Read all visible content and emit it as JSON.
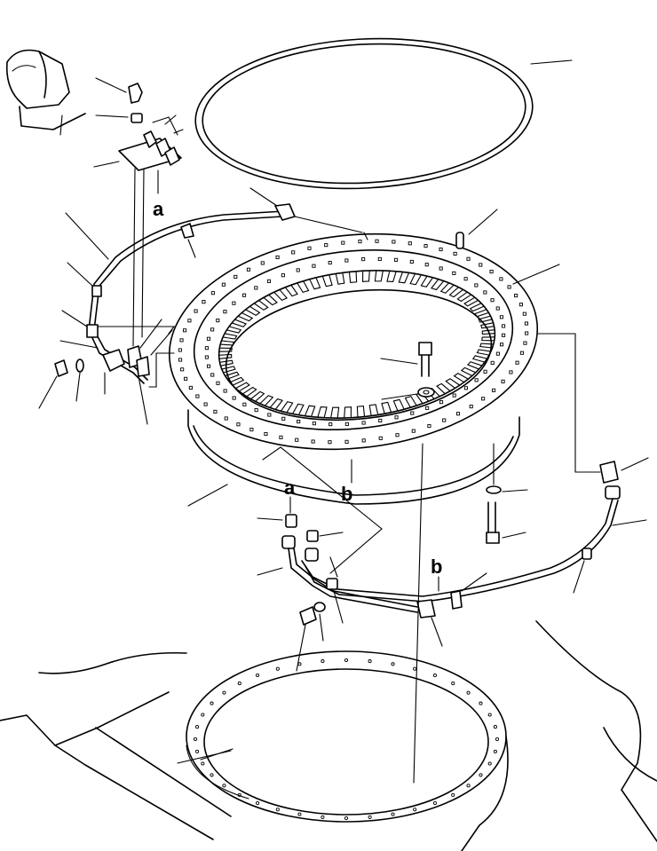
{
  "diagram": {
    "markers": {
      "a_top": "a",
      "a_bottom": "a",
      "b_ring": "b",
      "b_pipe": "b"
    }
  }
}
